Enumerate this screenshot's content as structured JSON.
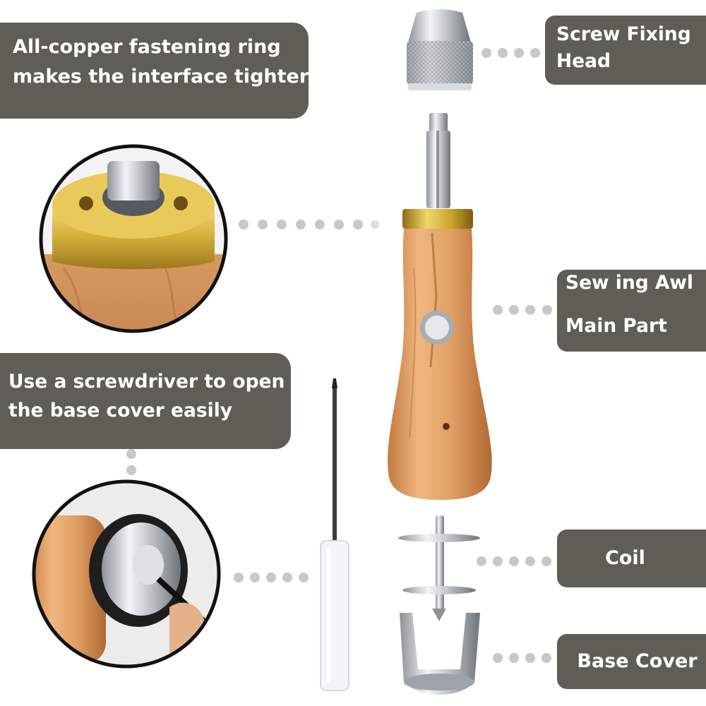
{
  "callouts": {
    "copper_ring": {
      "lines": [
        "All-copper fastening ring",
        "makes the interface tighter"
      ]
    },
    "screwdriver": {
      "lines": [
        "Use a screwdriver to open",
        "the base cover easily"
      ]
    },
    "screw_head": {
      "lines": [
        "Screw Fixing",
        "Head"
      ]
    },
    "awl_main": {
      "lines": [
        "Sew ing Awl",
        "Main Part"
      ]
    },
    "coil": {
      "label": "Coil"
    },
    "base_cover": {
      "label": "Base Cover"
    }
  },
  "colors": {
    "label_background": "#5e5e57",
    "label_text": "#ffffff",
    "dot": "#c8c8c8",
    "wood": "#d9955a",
    "brass": "#c9a22c",
    "steel": "#b8bcc1"
  },
  "icons": [
    "screw-head-icon",
    "awl-handle-icon",
    "brass-ring-icon",
    "needle-icon",
    "coil-icon",
    "base-cover-icon",
    "screwdriver-icon",
    "magnifier-icon"
  ]
}
